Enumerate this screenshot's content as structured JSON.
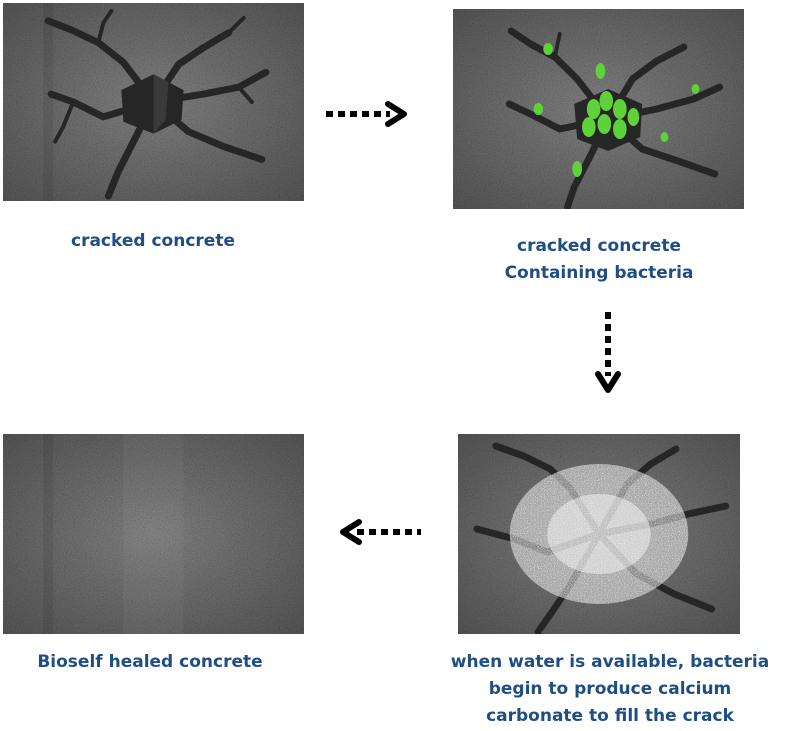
{
  "colors": {
    "caption": "#1f4e85",
    "concrete": "#8a8a8a",
    "crack": "#262626",
    "bacteria": "#5fd13a",
    "arrow": "#000000"
  },
  "steps": [
    {
      "caption_lines": [
        "cracked concrete"
      ],
      "state": "cracked"
    },
    {
      "caption_lines": [
        "cracked concrete",
        "Containing bacteria"
      ],
      "state": "bacteria"
    },
    {
      "caption_lines": [
        "when water is available, bacteria",
        "begin to produce calcium",
        "carbonate to fill the crack"
      ],
      "state": "filling"
    },
    {
      "caption_lines": [
        "Bioself healed concrete"
      ],
      "state": "healed"
    }
  ]
}
